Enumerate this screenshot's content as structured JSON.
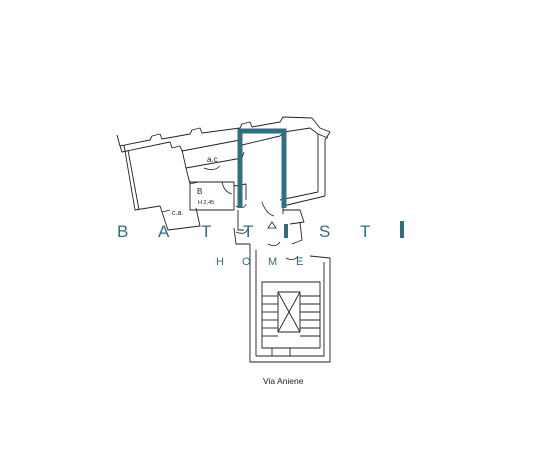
{
  "plan": {
    "rooms": {
      "ac": "a.c",
      "b": "B",
      "height": "H 2,45",
      "ca": "c.a."
    },
    "street": "Via Aniene"
  },
  "watermark": {
    "brand_letters": [
      "B",
      "A",
      "T",
      "T",
      "I",
      "S",
      "T",
      "I"
    ],
    "sub_letters": [
      "H",
      "O",
      "M",
      "E"
    ]
  },
  "colors": {
    "line": "#222222",
    "brand": "#2e6f84"
  }
}
